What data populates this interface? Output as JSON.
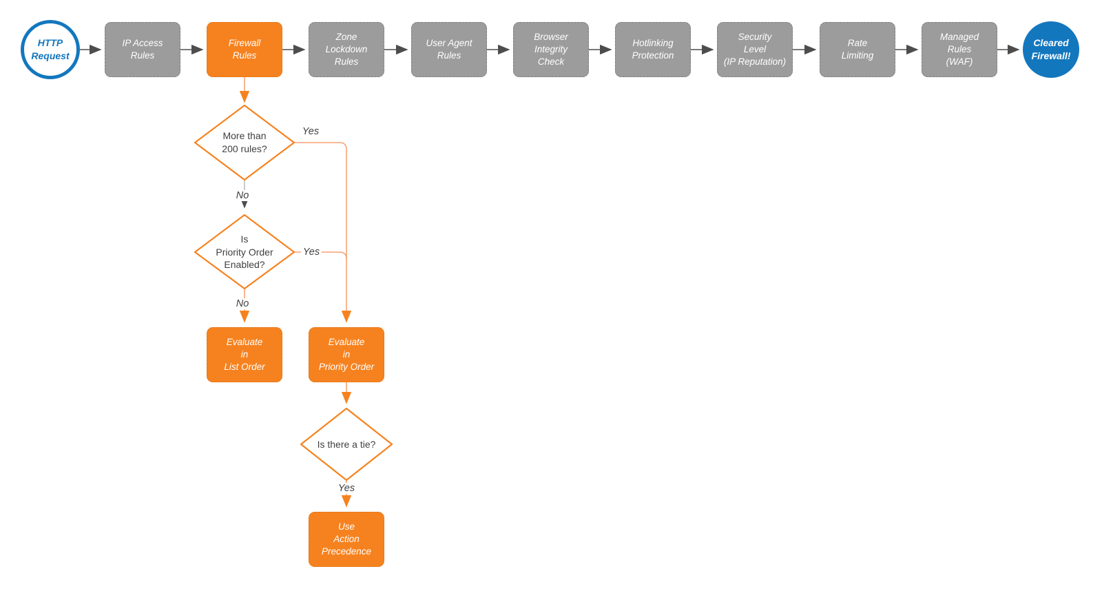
{
  "colors": {
    "orange": "#F6821F",
    "orange_line": "#F9A173",
    "gray_node": "#9C9C9C",
    "dark_line": "#4D4D4D",
    "gray_line": "#BDBDBD",
    "blue": "#1377BE",
    "text_dark": "#3F3F3F"
  },
  "pipeline": {
    "start": {
      "label": "HTTP\nRequest"
    },
    "steps": [
      {
        "label": "IP Access\nRules",
        "type": "gray"
      },
      {
        "label": "Firewall\nRules",
        "type": "orange"
      },
      {
        "label": "Zone\nLockdown\nRules",
        "type": "gray"
      },
      {
        "label": "User Agent\nRules",
        "type": "gray"
      },
      {
        "label": "Browser\nIntegrity\nCheck",
        "type": "gray"
      },
      {
        "label": "Hotlinking\nProtection",
        "type": "gray"
      },
      {
        "label": "Security\nLevel\n(IP Reputation)",
        "type": "gray"
      },
      {
        "label": "Rate\nLimiting",
        "type": "gray"
      },
      {
        "label": "Managed\nRules\n(WAF)",
        "type": "gray"
      }
    ],
    "end": {
      "label": "Cleared\nFirewall!"
    }
  },
  "branch": {
    "decisions": [
      {
        "label": "More than\n200 rules?"
      },
      {
        "label": "Is\nPriority Order\nEnabled?"
      },
      {
        "label": "Is there a tie?"
      }
    ],
    "outcomes": [
      {
        "label": "Evaluate\nin\nList Order"
      },
      {
        "label": "Evaluate\nin\nPriority Order"
      },
      {
        "label": "Use\nAction\nPrecedence"
      }
    ],
    "edge_labels": [
      {
        "label": "Yes"
      },
      {
        "label": "No"
      },
      {
        "label": "Yes"
      },
      {
        "label": "No"
      },
      {
        "label": "Yes"
      }
    ]
  }
}
